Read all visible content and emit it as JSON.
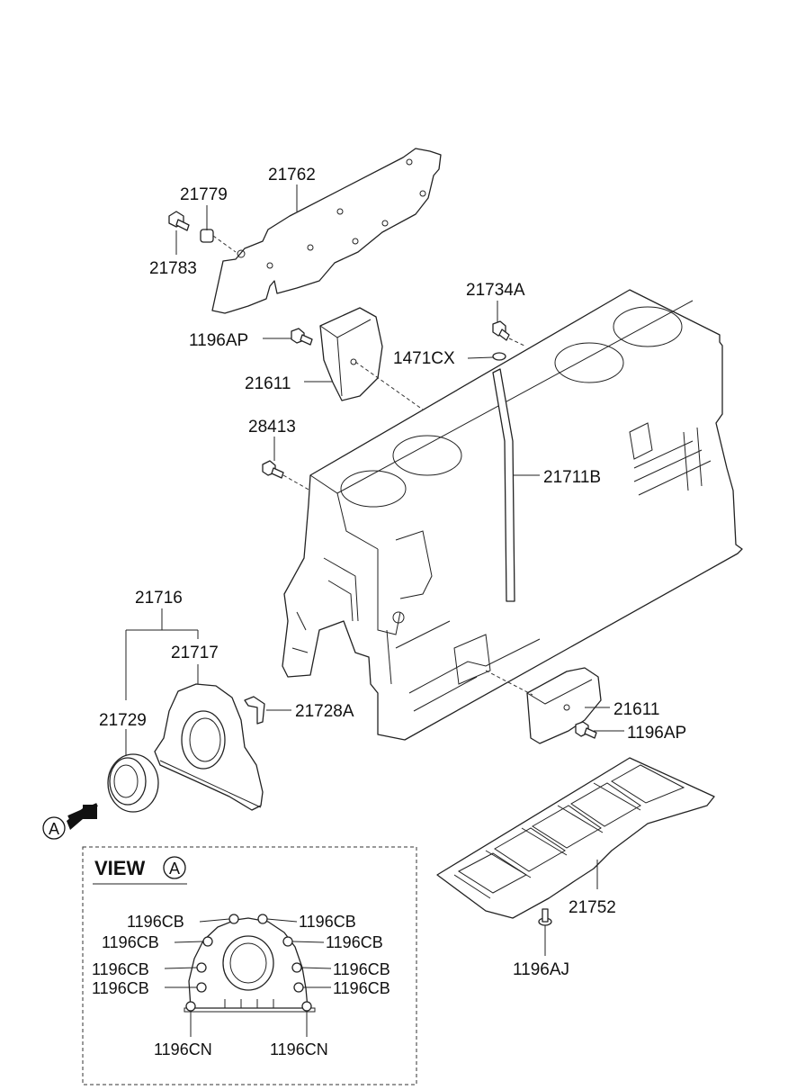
{
  "labels": {
    "p21762": "21762",
    "p21779": "21779",
    "p21783": "21783",
    "p21734A": "21734A",
    "p1196AP_top": "1196AP",
    "p1471CX": "1471CX",
    "p21611_top": "21611",
    "p28413": "28413",
    "p21711B": "21711B",
    "p21716": "21716",
    "p21717": "21717",
    "p21729": "21729",
    "p21728A": "21728A",
    "p21611_bottom": "21611",
    "p1196AP_bottom": "1196AP",
    "p21752": "21752",
    "p1196AJ": "1196AJ"
  },
  "view_marker": {
    "letter": "A"
  },
  "view_box": {
    "title": "VIEW",
    "letter": "A",
    "left_labels": [
      "1196CB",
      "1196CB",
      "1196CB",
      "1196CB"
    ],
    "right_labels": [
      "1196CB",
      "1196CB",
      "1196CB",
      "1196CB"
    ],
    "bottom_labels": [
      "1196CN",
      "1196CN"
    ]
  }
}
